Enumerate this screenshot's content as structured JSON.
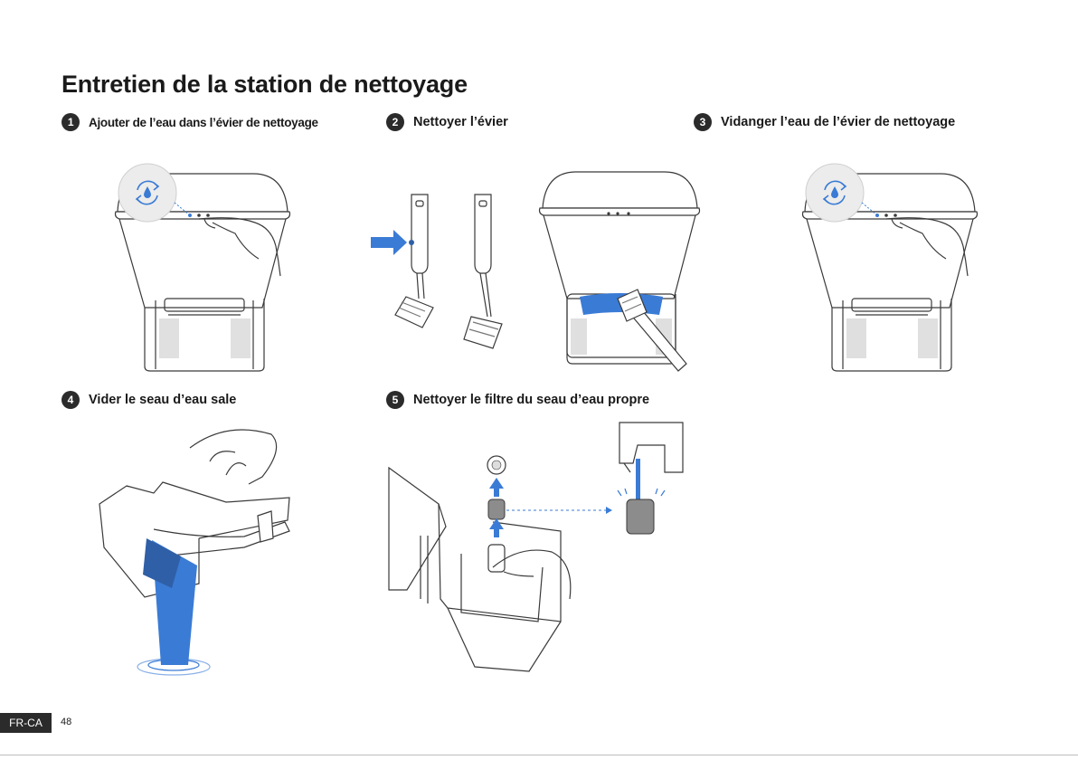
{
  "page": {
    "title": "Entretien de la station de nettoyage",
    "locale_badge": "FR-CA",
    "page_number": "48"
  },
  "steps": [
    {
      "number": "1",
      "label": "Ajouter de l’eau dans l’évier de nettoyage"
    },
    {
      "number": "2",
      "label": "Nettoyer l’évier"
    },
    {
      "number": "3",
      "label": "Vidanger l’eau de l’évier de nettoyage"
    },
    {
      "number": "4",
      "label": "Vider le seau d’eau sale"
    },
    {
      "number": "5",
      "label": "Nettoyer le filtre du seau d’eau propre"
    }
  ],
  "colors": {
    "accent": "#3a7bd5",
    "accent_dark": "#2f5fa6",
    "line": "#3a3a3a"
  }
}
